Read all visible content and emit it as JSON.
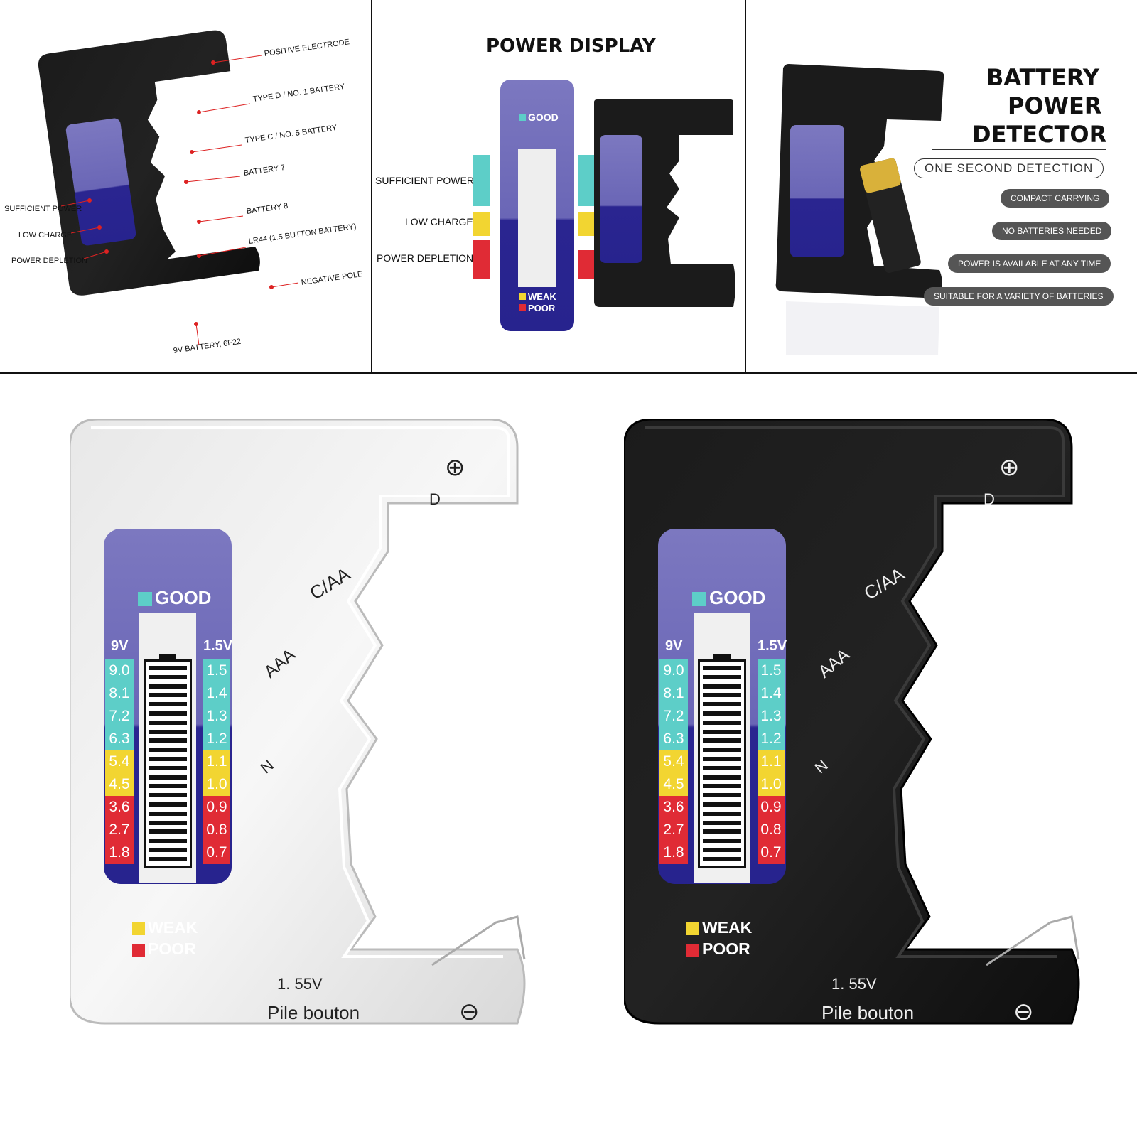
{
  "panel1": {
    "labels": {
      "positive_electrode": "POSITIVE ELECTRODE",
      "type_d": "TYPE D / NO. 1 BATTERY",
      "type_c": "TYPE C / NO. 5 BATTERY",
      "battery7": "BATTERY 7",
      "battery8": "BATTERY 8",
      "lr44": "LR44 (1.5 BUTTON BATTERY)",
      "negative_pole": "NEGATIVE POLE",
      "nine_v": "9V BATTERY, 6F22",
      "sufficient": "SUFFICIENT POWER",
      "low": "LOW CHARGE",
      "depletion": "POWER DEPLETION"
    }
  },
  "panel2": {
    "title": "POWER DISPLAY",
    "sufficient": "SUFFICIENT POWER",
    "low": "LOW CHARGE",
    "depletion": "POWER DEPLETION"
  },
  "panel3": {
    "title1": "BATTERY",
    "title2": "POWER",
    "title3": "DETECTOR",
    "subtitle": "ONE SECOND DETECTION",
    "features": [
      "COMPACT CARRYING",
      "NO BATTERIES NEEDED",
      "POWER IS AVAILABLE AT ANY TIME",
      "SUITABLE FOR A VARIETY OF BATTERIES"
    ]
  },
  "device": {
    "good": "GOOD",
    "weak": "WEAK",
    "poor": "POOR",
    "left_head": "9V",
    "right_head": "1.5V",
    "left_values": [
      "9.0",
      "8.1",
      "7.2",
      "6.3",
      "5.4",
      "4.5",
      "3.6",
      "2.7",
      "1.8"
    ],
    "right_values": [
      "1.5",
      "1.4",
      "1.3",
      "1.2",
      "1.1",
      "1.0",
      "0.9",
      "0.8",
      "0.7"
    ],
    "d": "D",
    "caa": "C/AA",
    "aaa": "AAA",
    "n": "N",
    "button_voltage": "1. 55V",
    "button_label": "Pile bouton",
    "button_voltage_small": "1.55V",
    "plus": "⊕",
    "minus": "⊖"
  },
  "colors": {
    "screen_blue": "#27238e",
    "screen_light": "#7c78c0",
    "good": "#5dcec8",
    "weak": "#f2d531",
    "poor": "#e02b35"
  }
}
